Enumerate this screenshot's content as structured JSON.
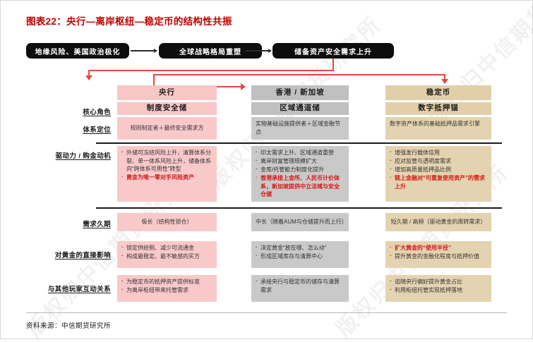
{
  "title": "图表22：央行—离岸枢纽—稳定币的结构性共振",
  "watermark": "版权归中信期货研究所",
  "colors": {
    "title": "#c00000",
    "accent_red": "#e8453c",
    "highlight_red": "#d21a16",
    "col1": "#f9c6c6",
    "col2": "#c0c0c0",
    "col3": "#e2cfa9",
    "flow_box": "#0d0d0d"
  },
  "flow": {
    "boxes": [
      "地缘风险、美国政治极化",
      "全球战略格局重塑",
      "储备资产安全需求上升"
    ]
  },
  "matrix": {
    "columns": [
      {
        "header": "央行"
      },
      {
        "header": "香港 / 新加坡"
      },
      {
        "header": "稳定币"
      }
    ],
    "rows": [
      {
        "label": "核心角色",
        "cells": [
          {
            "text": "制度安全储"
          },
          {
            "text": "区域通道储"
          },
          {
            "text": "数字抵押锚"
          }
        ]
      },
      {
        "label": "体系定位",
        "cells": [
          {
            "text": "规则制定者＋最终安全需求方"
          },
          {
            "text": "实物基础设施提供者＋区域金融节点"
          },
          {
            "text": "数字资产体系的基础抵押品需求引擎"
          }
        ]
      },
      {
        "label": "驱动力 / 购金动机",
        "cells": [
          {
            "bullets": [
              {
                "text": "外储可冻结风险上升，清算体系分裂、单一体系风险上升，储备体系向“跨体系可用性”转型",
                "highlight": false
              },
              {
                "text": "黄金为唯一零对手风险资产",
                "highlight": true
              }
            ]
          },
          {
            "bullets": [
              {
                "text": "印太需求上升、区域通道重塑",
                "highlight": false
              },
              {
                "text": "离岸财富管理规模扩大",
                "highlight": false
              },
              {
                "text": "金库/托管能力制度化提升",
                "highlight": false
              },
              {
                "text": "香港承接上金所、人民币计价体系，新加坡提供中立法域与安全仓储",
                "highlight": true
              }
            ]
          },
          {
            "bullets": [
              {
                "text": "增强发行载体信用",
                "highlight": false
              },
              {
                "text": "应对监管与透明度需求",
                "highlight": false
              },
              {
                "text": "增加高质量抵押品比例",
                "highlight": false
              },
              {
                "text": "链上金融对“可重复使用资产”的需求上升",
                "highlight": true
              }
            ]
          }
        ]
      },
      {
        "label": "需求久期",
        "cells": [
          {
            "text": "极长（结构性锁仓）"
          },
          {
            "text": "中长（随着AUM与仓储提升而上行）"
          },
          {
            "text": "短久期 / 高频（驱动黄金的周转需求）"
          }
        ]
      },
      {
        "label": "对黄金的直接影响",
        "cells": [
          {
            "bullets": [
              {
                "text": "锁定供给侧、减少可流通金",
                "highlight": false
              },
              {
                "text": "构成最稳定、最不敏感的买方",
                "highlight": false
              }
            ]
          },
          {
            "bullets": [
              {
                "text": "决定黄金“放在哪、怎么动”",
                "highlight": false
              },
              {
                "text": "形成区域库存与清算中心",
                "highlight": false
              }
            ]
          },
          {
            "bullets": [
              {
                "text": "扩大黄金的“使用半径”",
                "highlight": true
              },
              {
                "text": "提升黄金的金融化程度与抵押价值",
                "highlight": false
              }
            ]
          }
        ]
      },
      {
        "label": "与其他玩家互动关系",
        "cells": [
          {
            "bullets": [
              {
                "text": "为稳定币的抵押资产提供标准",
                "highlight": false
              },
              {
                "text": "为离岸枢纽带来托管需求",
                "highlight": false
              }
            ]
          },
          {
            "bullets": [
              {
                "text": "承接央行与稳定币的储存与清算需求",
                "highlight": false
              }
            ]
          },
          {
            "bullets": [
              {
                "text": "追随央行偏好提升黄金占比",
                "highlight": false
              },
              {
                "text": "利用枢纽托管实现抵押落地",
                "highlight": false
              }
            ]
          }
        ]
      }
    ]
  },
  "footer": {
    "source": "资料来源：中信期货研究所"
  }
}
